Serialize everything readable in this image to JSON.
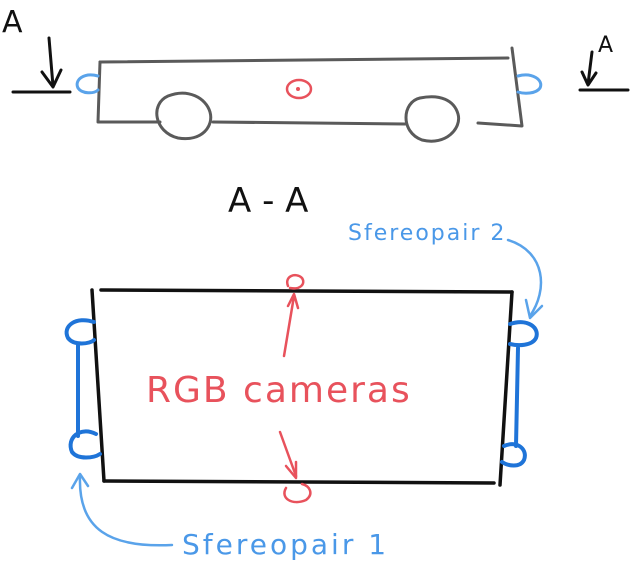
{
  "side_view": {
    "section_marker_left": "A",
    "section_marker_right": "A"
  },
  "section_title": "A - A",
  "labels": {
    "rgb_cameras": "RGB cameras",
    "stereopair_1": "Sfereopair 1",
    "stereopair_2": "Sfereopair 2"
  },
  "colors": {
    "outline": "#111111",
    "side_view_outline": "#5a5a5a",
    "rgb_camera": "#e8525c",
    "stereo_camera": "#1f74d8",
    "stereo_label": "#4a98e8"
  }
}
